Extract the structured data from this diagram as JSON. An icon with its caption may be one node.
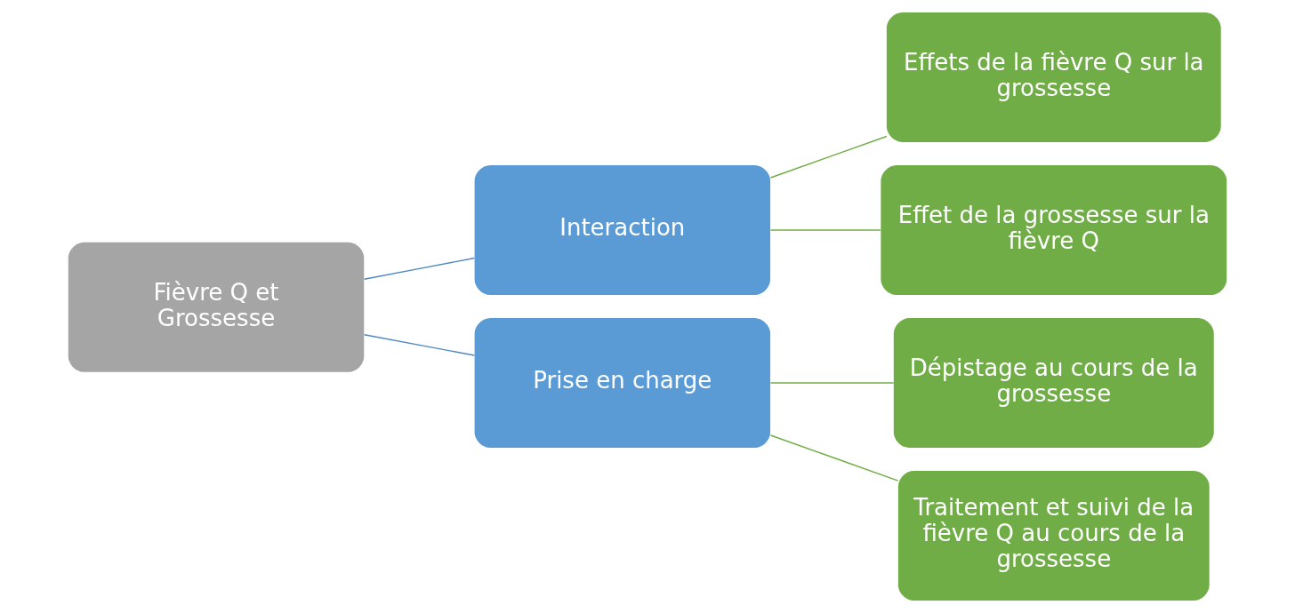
{
  "diagram": {
    "nodes": [
      {
        "text": [
          "Fièvre Q et Grossesse"
        ]
      },
      {
        "text": [
          "Interaction"
        ]
      },
      {
        "text": [
          "Prise en charge"
        ]
      },
      {
        "text": [
          "Effets de la fièvre Q sur la grossesse"
        ]
      },
      {
        "text": [
          "Effet de la grossesse sur la fièvre Q"
        ]
      },
      {
        "text": [
          "Dépistage au cours de la grossesse"
        ]
      },
      {
        "text": [
          "Traitement et suivi de la fièvre Q au cours de la grossesse"
        ]
      }
    ],
    "edges": [
      {
        "from": 0,
        "to": 1,
        "arrow": "none",
        "color": "#4a86c8"
      },
      {
        "from": 0,
        "to": 2,
        "arrow": "none",
        "color": "#4a86c8"
      },
      {
        "from": 1,
        "to": 3,
        "arrow": "none"
      },
      {
        "from": 1,
        "to": 4,
        "arrow": "none"
      },
      {
        "from": 2,
        "to": 5,
        "arrow": "none"
      },
      {
        "from": 2,
        "to": 6,
        "arrow": "none"
      }
    ]
  }
}
